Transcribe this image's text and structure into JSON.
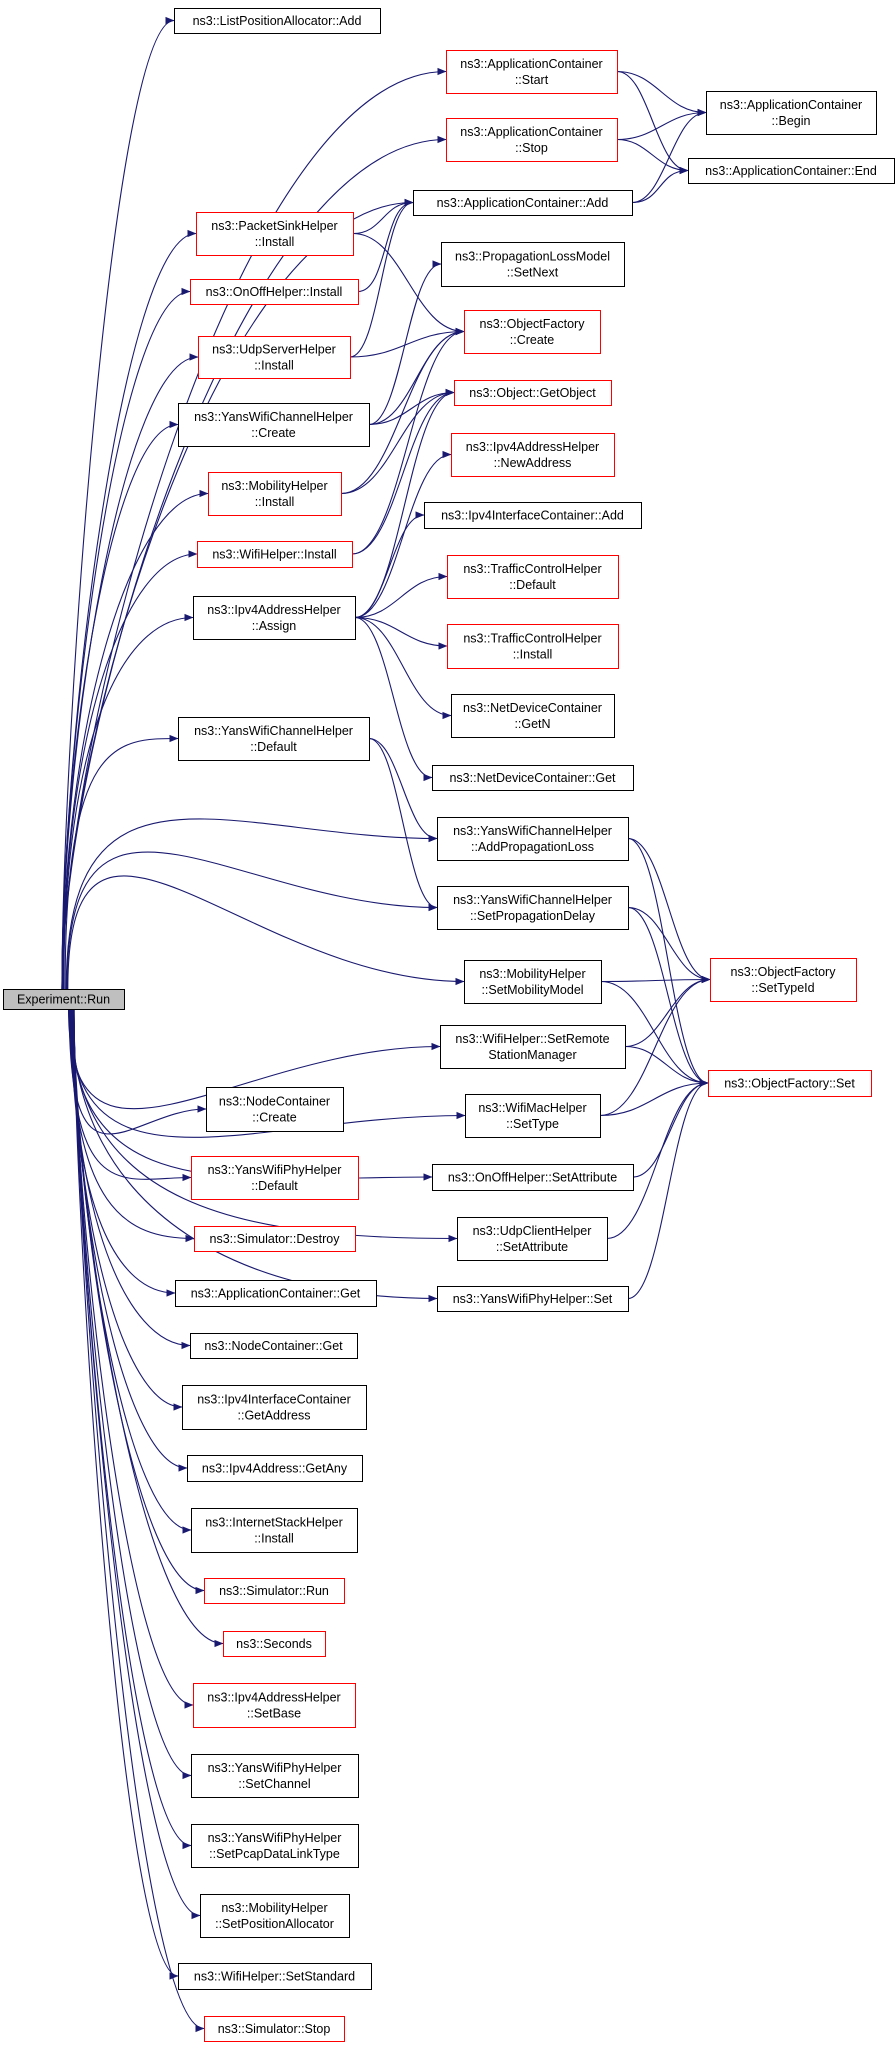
{
  "colors": {
    "edge": "#191970",
    "root_fill": "#bfbfbf",
    "border_documented": "#000000",
    "border_undocumented": "#ff0000"
  },
  "nodes": {
    "root": {
      "lines": [
        "Experiment::Run"
      ],
      "style": "root"
    },
    "lpa_add": {
      "lines": [
        "ns3::ListPositionAllocator::Add"
      ],
      "style": "black"
    },
    "ac_start": {
      "lines": [
        "ns3::ApplicationContainer",
        "::Start"
      ],
      "style": "red"
    },
    "ac_stop": {
      "lines": [
        "ns3::ApplicationContainer",
        "::Stop"
      ],
      "style": "red"
    },
    "ac_add": {
      "lines": [
        "ns3::ApplicationContainer::Add"
      ],
      "style": "black"
    },
    "ac_begin": {
      "lines": [
        "ns3::ApplicationContainer",
        "::Begin"
      ],
      "style": "black"
    },
    "ac_end": {
      "lines": [
        "ns3::ApplicationContainer::End"
      ],
      "style": "black"
    },
    "psh_install": {
      "lines": [
        "ns3::PacketSinkHelper",
        "::Install"
      ],
      "style": "red"
    },
    "ooh_install": {
      "lines": [
        "ns3::OnOffHelper::Install"
      ],
      "style": "red"
    },
    "ush_install": {
      "lines": [
        "ns3::UdpServerHelper",
        "::Install"
      ],
      "style": "red"
    },
    "ywch_create": {
      "lines": [
        "ns3::YansWifiChannelHelper",
        "::Create"
      ],
      "style": "black"
    },
    "mh_install": {
      "lines": [
        "ns3::MobilityHelper",
        "::Install"
      ],
      "style": "red"
    },
    "wh_install": {
      "lines": [
        "ns3::WifiHelper::Install"
      ],
      "style": "red"
    },
    "iah_assign": {
      "lines": [
        "ns3::Ipv4AddressHelper",
        "::Assign"
      ],
      "style": "black"
    },
    "ywch_default": {
      "lines": [
        "ns3::YansWifiChannelHelper",
        "::Default"
      ],
      "style": "black"
    },
    "plm_setnext": {
      "lines": [
        "ns3::PropagationLossModel",
        "::SetNext"
      ],
      "style": "black"
    },
    "of_create": {
      "lines": [
        "ns3::ObjectFactory",
        "::Create"
      ],
      "style": "red"
    },
    "obj_getobject": {
      "lines": [
        "ns3::Object::GetObject"
      ],
      "style": "red"
    },
    "iah_newaddress": {
      "lines": [
        "ns3::Ipv4AddressHelper",
        "::NewAddress"
      ],
      "style": "red"
    },
    "iic_add": {
      "lines": [
        "ns3::Ipv4InterfaceContainer::Add"
      ],
      "style": "black"
    },
    "tch_default": {
      "lines": [
        "ns3::TrafficControlHelper",
        "::Default"
      ],
      "style": "red"
    },
    "tch_install": {
      "lines": [
        "ns3::TrafficControlHelper",
        "::Install"
      ],
      "style": "red"
    },
    "ndc_getn": {
      "lines": [
        "ns3::NetDeviceContainer",
        "::GetN"
      ],
      "style": "black"
    },
    "ndc_get": {
      "lines": [
        "ns3::NetDeviceContainer::Get"
      ],
      "style": "black"
    },
    "ywch_addloss": {
      "lines": [
        "ns3::YansWifiChannelHelper",
        "::AddPropagationLoss"
      ],
      "style": "black"
    },
    "ywch_setdelay": {
      "lines": [
        "ns3::YansWifiChannelHelper",
        "::SetPropagationDelay"
      ],
      "style": "black"
    },
    "mh_setmodel": {
      "lines": [
        "ns3::MobilityHelper",
        "::SetMobilityModel"
      ],
      "style": "black"
    },
    "wh_setremote": {
      "lines": [
        "ns3::WifiHelper::SetRemote",
        "StationManager"
      ],
      "style": "black"
    },
    "wmh_settype": {
      "lines": [
        "ns3::WifiMacHelper",
        "::SetType"
      ],
      "style": "black"
    },
    "ooh_setattr": {
      "lines": [
        "ns3::OnOffHelper::SetAttribute"
      ],
      "style": "black"
    },
    "uch_setattr": {
      "lines": [
        "ns3::UdpClientHelper",
        "::SetAttribute"
      ],
      "style": "black"
    },
    "ywph_set": {
      "lines": [
        "ns3::YansWifiPhyHelper::Set"
      ],
      "style": "black"
    },
    "of_settypeid": {
      "lines": [
        "ns3::ObjectFactory",
        "::SetTypeId"
      ],
      "style": "red"
    },
    "of_set": {
      "lines": [
        "ns3::ObjectFactory::Set"
      ],
      "style": "red"
    },
    "nc_create": {
      "lines": [
        "ns3::NodeContainer",
        "::Create"
      ],
      "style": "black"
    },
    "ywph_default": {
      "lines": [
        "ns3::YansWifiPhyHelper",
        "::Default"
      ],
      "style": "red"
    },
    "sim_destroy": {
      "lines": [
        "ns3::Simulator::Destroy"
      ],
      "style": "red"
    },
    "ac_get": {
      "lines": [
        "ns3::ApplicationContainer::Get"
      ],
      "style": "black"
    },
    "nc_get": {
      "lines": [
        "ns3::NodeContainer::Get"
      ],
      "style": "black"
    },
    "iic_getaddress": {
      "lines": [
        "ns3::Ipv4InterfaceContainer",
        "::GetAddress"
      ],
      "style": "black"
    },
    "ia_getany": {
      "lines": [
        "ns3::Ipv4Address::GetAny"
      ],
      "style": "black"
    },
    "ish_install": {
      "lines": [
        "ns3::InternetStackHelper",
        "::Install"
      ],
      "style": "black"
    },
    "sim_run": {
      "lines": [
        "ns3::Simulator::Run"
      ],
      "style": "red"
    },
    "seconds": {
      "lines": [
        "ns3::Seconds"
      ],
      "style": "red"
    },
    "iah_setbase": {
      "lines": [
        "ns3::Ipv4AddressHelper",
        "::SetBase"
      ],
      "style": "red"
    },
    "ywph_setchannel": {
      "lines": [
        "ns3::YansWifiPhyHelper",
        "::SetChannel"
      ],
      "style": "black"
    },
    "ywph_setpcap": {
      "lines": [
        "ns3::YansWifiPhyHelper",
        "::SetPcapDataLinkType"
      ],
      "style": "black"
    },
    "mh_setposalloc": {
      "lines": [
        "ns3::MobilityHelper",
        "::SetPositionAllocator"
      ],
      "style": "black"
    },
    "wh_setstandard": {
      "lines": [
        "ns3::WifiHelper::SetStandard"
      ],
      "style": "black"
    },
    "sim_stop": {
      "lines": [
        "ns3::Simulator::Stop"
      ],
      "style": "red"
    }
  },
  "edges": [
    [
      "root",
      "lpa_add"
    ],
    [
      "root",
      "ac_start"
    ],
    [
      "root",
      "ac_stop"
    ],
    [
      "root",
      "ac_add"
    ],
    [
      "root",
      "psh_install"
    ],
    [
      "root",
      "ooh_install"
    ],
    [
      "root",
      "ush_install"
    ],
    [
      "root",
      "ywch_create"
    ],
    [
      "root",
      "mh_install"
    ],
    [
      "root",
      "wh_install"
    ],
    [
      "root",
      "iah_assign"
    ],
    [
      "root",
      "ywch_default"
    ],
    [
      "root",
      "ywch_addloss"
    ],
    [
      "root",
      "ywch_setdelay"
    ],
    [
      "root",
      "mh_setmodel"
    ],
    [
      "root",
      "wh_setremote"
    ],
    [
      "root",
      "wmh_settype"
    ],
    [
      "root",
      "ooh_setattr"
    ],
    [
      "root",
      "uch_setattr"
    ],
    [
      "root",
      "ywph_set"
    ],
    [
      "root",
      "nc_create"
    ],
    [
      "root",
      "ywph_default"
    ],
    [
      "root",
      "sim_destroy"
    ],
    [
      "root",
      "ac_get"
    ],
    [
      "root",
      "nc_get"
    ],
    [
      "root",
      "iic_getaddress"
    ],
    [
      "root",
      "ia_getany"
    ],
    [
      "root",
      "ish_install"
    ],
    [
      "root",
      "sim_run"
    ],
    [
      "root",
      "seconds"
    ],
    [
      "root",
      "iah_setbase"
    ],
    [
      "root",
      "ywph_setchannel"
    ],
    [
      "root",
      "ywph_setpcap"
    ],
    [
      "root",
      "mh_setposalloc"
    ],
    [
      "root",
      "wh_setstandard"
    ],
    [
      "root",
      "sim_stop"
    ],
    [
      "ac_start",
      "ac_begin"
    ],
    [
      "ac_start",
      "ac_end"
    ],
    [
      "ac_stop",
      "ac_begin"
    ],
    [
      "ac_stop",
      "ac_end"
    ],
    [
      "ac_add",
      "ac_begin"
    ],
    [
      "ac_add",
      "ac_end"
    ],
    [
      "psh_install",
      "ac_add"
    ],
    [
      "ooh_install",
      "ac_add"
    ],
    [
      "ush_install",
      "ac_add"
    ],
    [
      "psh_install",
      "of_create"
    ],
    [
      "ush_install",
      "of_create"
    ],
    [
      "ywch_create",
      "plm_setnext"
    ],
    [
      "ywch_create",
      "of_create"
    ],
    [
      "ywch_create",
      "obj_getobject"
    ],
    [
      "mh_install",
      "of_create"
    ],
    [
      "mh_install",
      "obj_getobject"
    ],
    [
      "wh_install",
      "of_create"
    ],
    [
      "wh_install",
      "obj_getobject"
    ],
    [
      "iah_assign",
      "obj_getobject"
    ],
    [
      "iah_assign",
      "iah_newaddress"
    ],
    [
      "iah_assign",
      "iic_add"
    ],
    [
      "iah_assign",
      "tch_default"
    ],
    [
      "iah_assign",
      "tch_install"
    ],
    [
      "iah_assign",
      "ndc_getn"
    ],
    [
      "iah_assign",
      "ndc_get"
    ],
    [
      "ywch_default",
      "ywch_addloss"
    ],
    [
      "ywch_default",
      "ywch_setdelay"
    ],
    [
      "ywch_addloss",
      "of_settypeid"
    ],
    [
      "ywch_addloss",
      "of_set"
    ],
    [
      "ywch_setdelay",
      "of_settypeid"
    ],
    [
      "ywch_setdelay",
      "of_set"
    ],
    [
      "mh_setmodel",
      "of_settypeid"
    ],
    [
      "mh_setmodel",
      "of_set"
    ],
    [
      "wh_setremote",
      "of_settypeid"
    ],
    [
      "wh_setremote",
      "of_set"
    ],
    [
      "wmh_settype",
      "of_settypeid"
    ],
    [
      "wmh_settype",
      "of_set"
    ],
    [
      "ooh_setattr",
      "of_set"
    ],
    [
      "uch_setattr",
      "of_set"
    ],
    [
      "ywph_set",
      "of_set"
    ]
  ]
}
